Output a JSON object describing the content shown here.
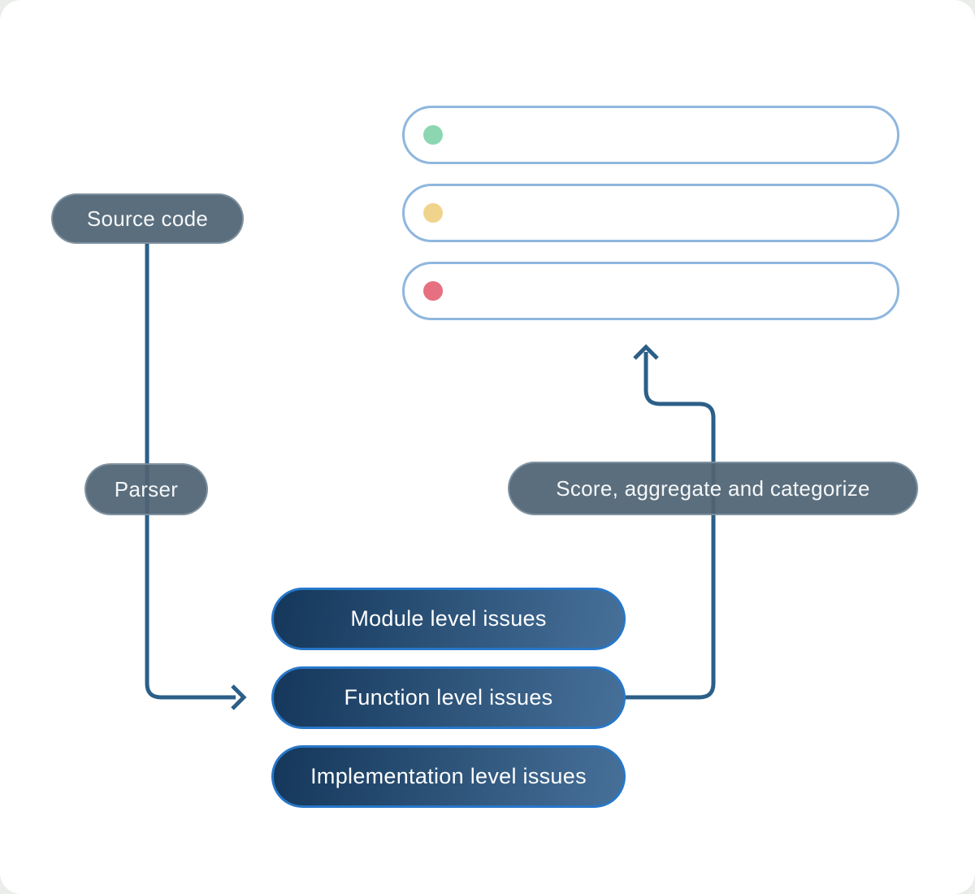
{
  "colors": {
    "page_bg": "#eaede9",
    "canvas_bg": "#ffffff",
    "connector": "#2b5f88",
    "slate_pill": "#5b6e80",
    "slate_pill_text": "#f4f7f9",
    "outline_border": "#8fb7de",
    "dark_pill_border": "#2777c9",
    "dark_pill_start": "#14375a",
    "dark_pill_end": "#477099",
    "dark_pill_text": "#ffffff",
    "dot_green": "#8dd6b2",
    "dot_yellow": "#f1d48c",
    "dot_red": "#e6707f"
  },
  "nodes": {
    "source_code": {
      "label": "Source code"
    },
    "parser": {
      "label": "Parser"
    },
    "score": {
      "label": "Score, aggregate and categorize"
    },
    "issue_levels": [
      {
        "label": "Module level issues"
      },
      {
        "label": "Function level issues"
      },
      {
        "label": "Implementation level issues"
      }
    ]
  },
  "result_rows": [
    {
      "dot": "green"
    },
    {
      "dot": "yellow"
    },
    {
      "dot": "red"
    }
  ]
}
